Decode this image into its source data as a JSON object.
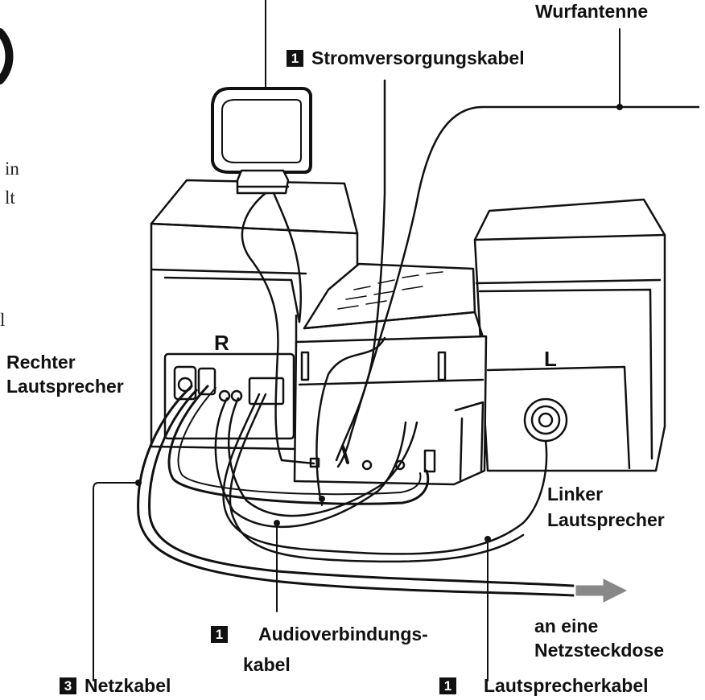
{
  "labels": {
    "wurfantenne": "Wurfantenne",
    "stromkabel": "Stromversorgungskabel",
    "stromkabel_num": "1",
    "rechter_1": "Rechter",
    "rechter_2": "Lautsprecher",
    "linker_1": "Linker",
    "linker_2": "Lautsprecher",
    "audio_num": "1",
    "audio_1": "Audioverbindungs-",
    "audio_2": "kabel",
    "netzsteckdose_1": "an eine",
    "netzsteckdose_2": "Netzsteckdose",
    "netzkabel_num": "3",
    "netzkabel": "Netzkabel",
    "lautsprecherkabel_num": "1",
    "lautsprecherkabel": "Lautsprecherkabel",
    "speaker_r": "R",
    "speaker_l": "L"
  },
  "cropped_text": {
    "line1": "in",
    "line2": "lt",
    "line3": "l"
  },
  "icons": [
    "loop-antenna-icon",
    "right-speaker",
    "left-speaker",
    "main-unit",
    "arrow-right-icon"
  ]
}
